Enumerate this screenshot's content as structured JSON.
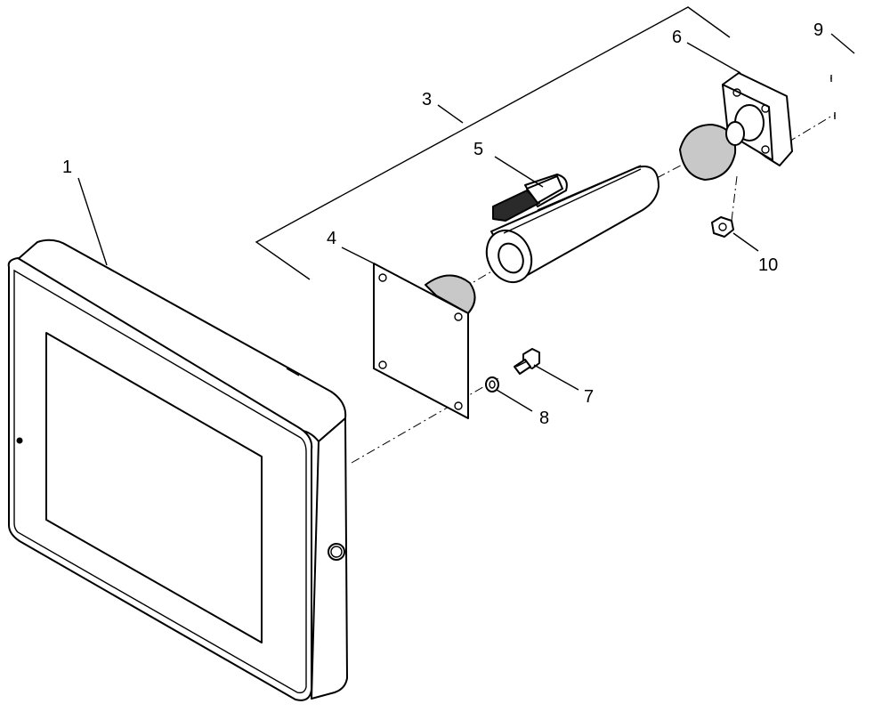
{
  "diagram": {
    "callouts": {
      "c1": "1",
      "c3": "3",
      "c4": "4",
      "c5": "5",
      "c6": "6",
      "c7": "7",
      "c8": "8",
      "c9": "9",
      "c10": "10"
    },
    "colors": {
      "line": "#000000",
      "fill_light": "#ffffff",
      "fill_shade": "#c8c8c8",
      "fill_dark": "#2a2a2a"
    }
  }
}
